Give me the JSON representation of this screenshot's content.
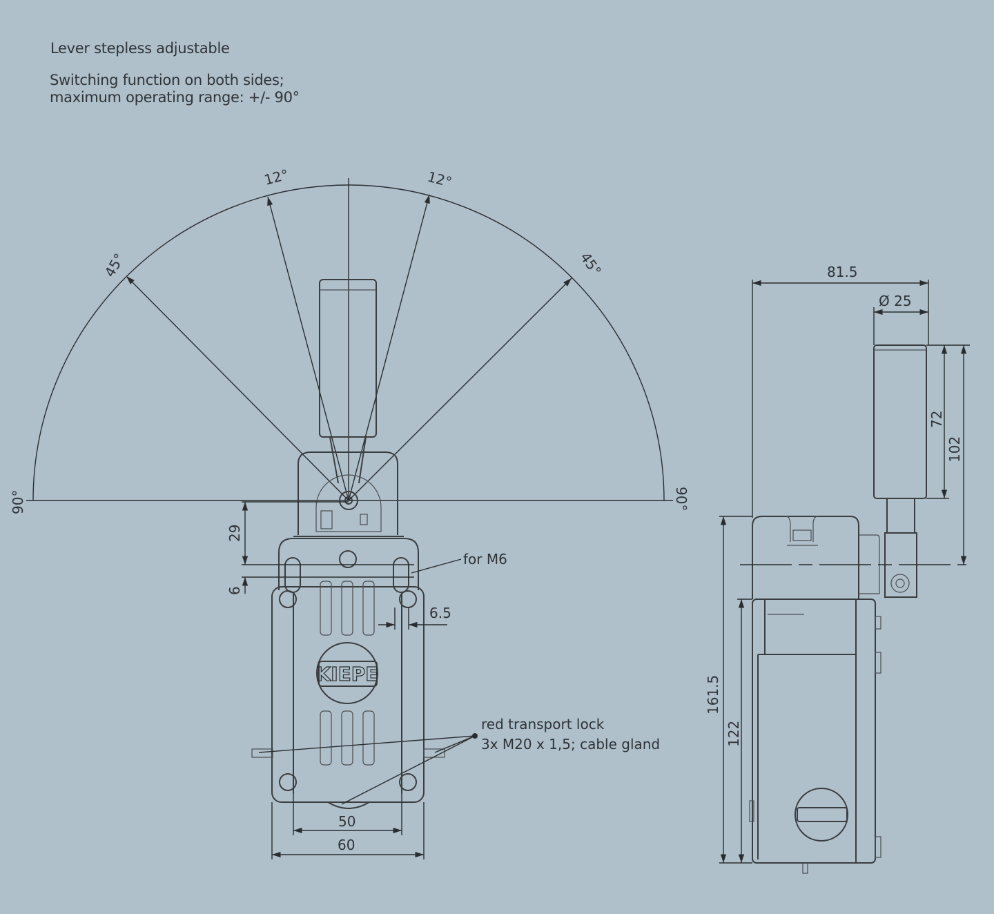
{
  "header": {
    "title": "Lever stepless adjustable",
    "desc_line1": "Switching function on both sides;",
    "desc_line2": "maximum operating range: +/- 90°"
  },
  "front_view": {
    "angle_12_left": "12°",
    "angle_12_right": "12°",
    "angle_45_left": "45°",
    "angle_45_right": "45°",
    "angle_90_left": "90°",
    "angle_90_right": "90°",
    "dim_29": "29",
    "dim_6": "6",
    "dim_6_5": "6.5",
    "dim_50": "50",
    "dim_60": "60",
    "logo_text": "KIEPE",
    "note_m6": "for M6",
    "note_lock": "red transport lock",
    "note_gland": "3x M20 x 1,5; cable gland"
  },
  "side_view": {
    "dim_81_5": "81.5",
    "dim_d25": "Ø 25",
    "dim_72": "72",
    "dim_102": "102",
    "dim_161_5": "161.5",
    "dim_122": "122"
  }
}
